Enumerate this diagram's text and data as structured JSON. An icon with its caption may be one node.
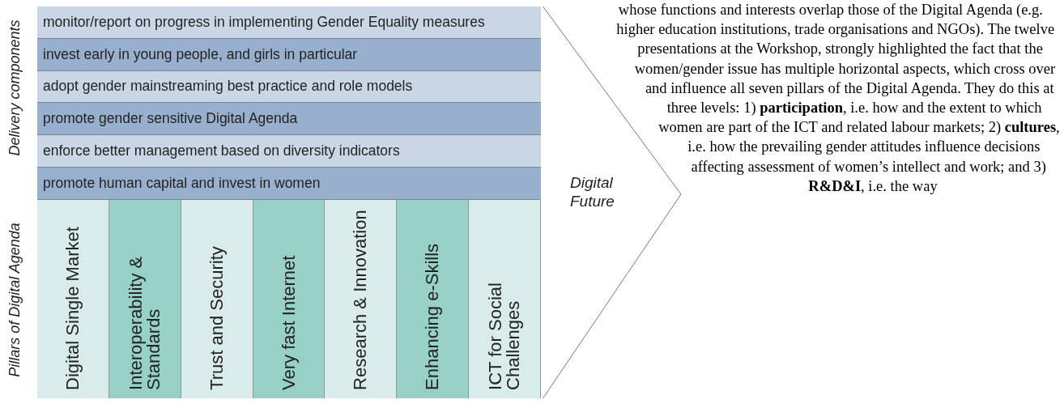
{
  "diagram": {
    "nodes": [
      {
        "text": [
          "monitor/report on progress in implementing Gender Equality measures"
        ]
      },
      {
        "text": [
          "invest early in young people, and girls in particular"
        ]
      },
      {
        "text": [
          "adopt gender mainstreaming best practice and role models"
        ]
      },
      {
        "text": [
          "promote gender sensitive Digital Agenda"
        ]
      },
      {
        "text": [
          "enforce better management based on diversity indicators"
        ]
      },
      {
        "text": [
          "promote human capital and invest in women"
        ]
      },
      {
        "text": [
          "Digital Single Market"
        ]
      },
      {
        "text": [
          "Interoperability & Standards"
        ]
      },
      {
        "text": [
          "Trust and Security"
        ]
      },
      {
        "text": [
          "Very fast Internet"
        ]
      },
      {
        "text": [
          "Research & Innovation"
        ]
      },
      {
        "text": [
          "Enhancing e-Skills"
        ]
      },
      {
        "text": [
          "ICT for Social Challenges"
        ]
      },
      {
        "text": [
          "Digital Future"
        ]
      }
    ],
    "edges": [],
    "labels": [
      "Delivery components",
      "Pillars of Digital Agenda",
      "whose functions and interests overlap those of the Digital Agenda (e.g. higher education institutions, trade organisations and NGOs). The twelve presentations at the Workshop, strongly highlighted the fact that the women/gender issue has multiple horizontal aspects, which cross over and influence all seven pillars of the Digital Agenda.  They do this at three levels: 1) **participation**, i.e. how and the extent to which women are part of the ICT and related labour markets; 2) **cultures**, i.e. how the prevailing gender attitudes influence decisions affecting assessment of women’s intellect and work; and 3) **R&D&I**, i.e. the way"
    ]
  }
}
